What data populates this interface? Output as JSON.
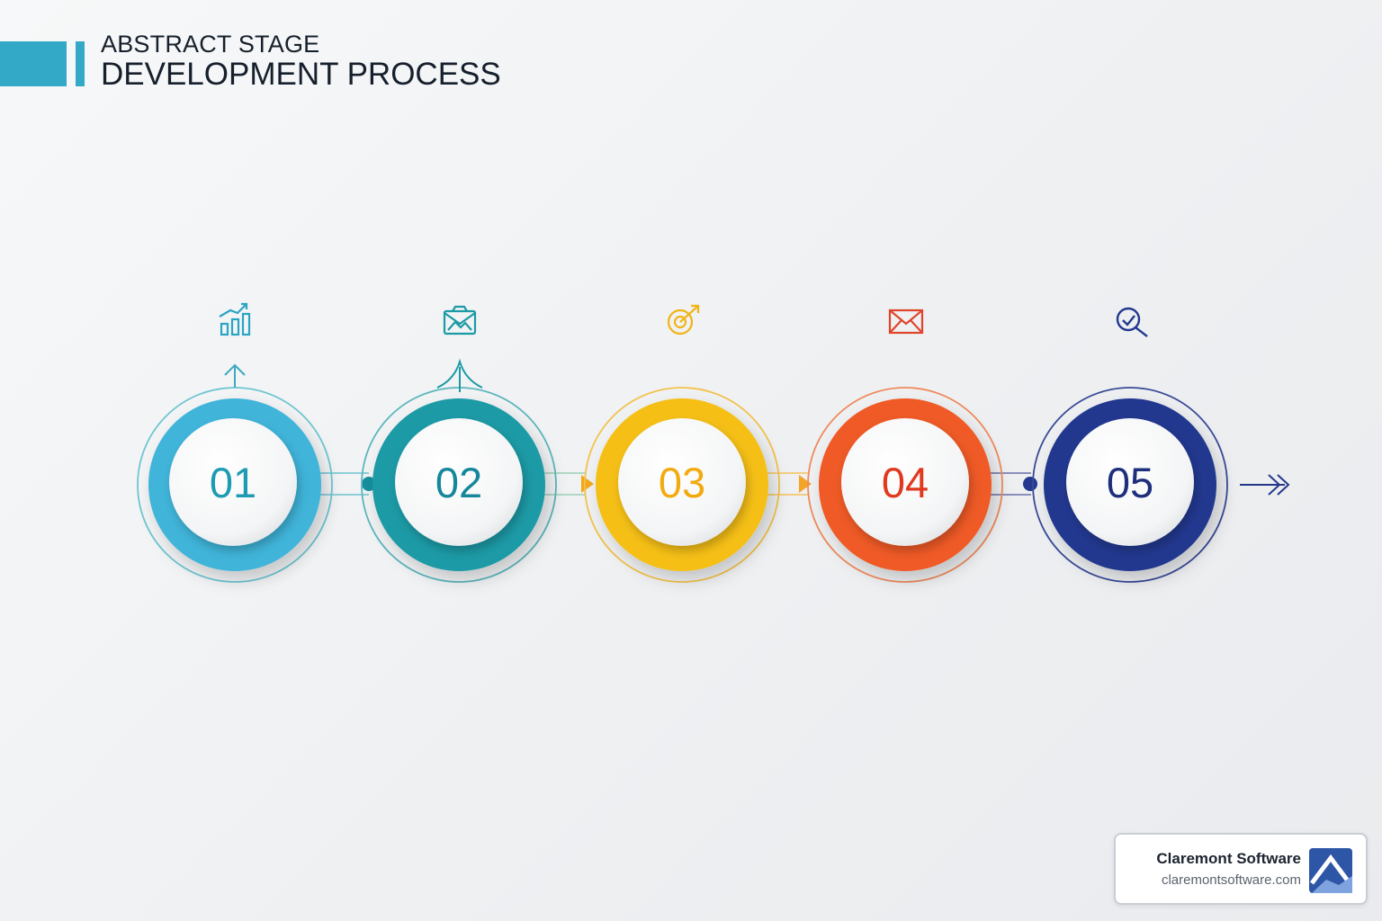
{
  "title": {
    "line1": "ABSTRACT STAGE",
    "line2": "DEVELOPMENT PROCESS"
  },
  "accent_color": "#34a9c7",
  "steps": [
    {
      "number": "01",
      "icon": "bar-chart-growth-icon",
      "color": "#3fb4d9",
      "color_dark": "#2a9ccb"
    },
    {
      "number": "02",
      "icon": "photo-envelope-icon",
      "color": "#1b9aa6",
      "color_dark": "#12808c"
    },
    {
      "number": "03",
      "icon": "target-dart-icon",
      "color": "#f5bf16",
      "color_dark": "#f0a20a"
    },
    {
      "number": "04",
      "icon": "envelope-icon",
      "color": "#ef5a28",
      "color_dark": "#e2472a"
    },
    {
      "number": "05",
      "icon": "search-magnifier-icon",
      "color": "#23388f",
      "color_dark": "#1b2c7a"
    }
  ],
  "brand": {
    "name": "Claremont Software",
    "url": "claremontsoftware.com",
    "logo_icon": "mountain-roof-logo-icon",
    "logo_color": "#2d56a6"
  }
}
